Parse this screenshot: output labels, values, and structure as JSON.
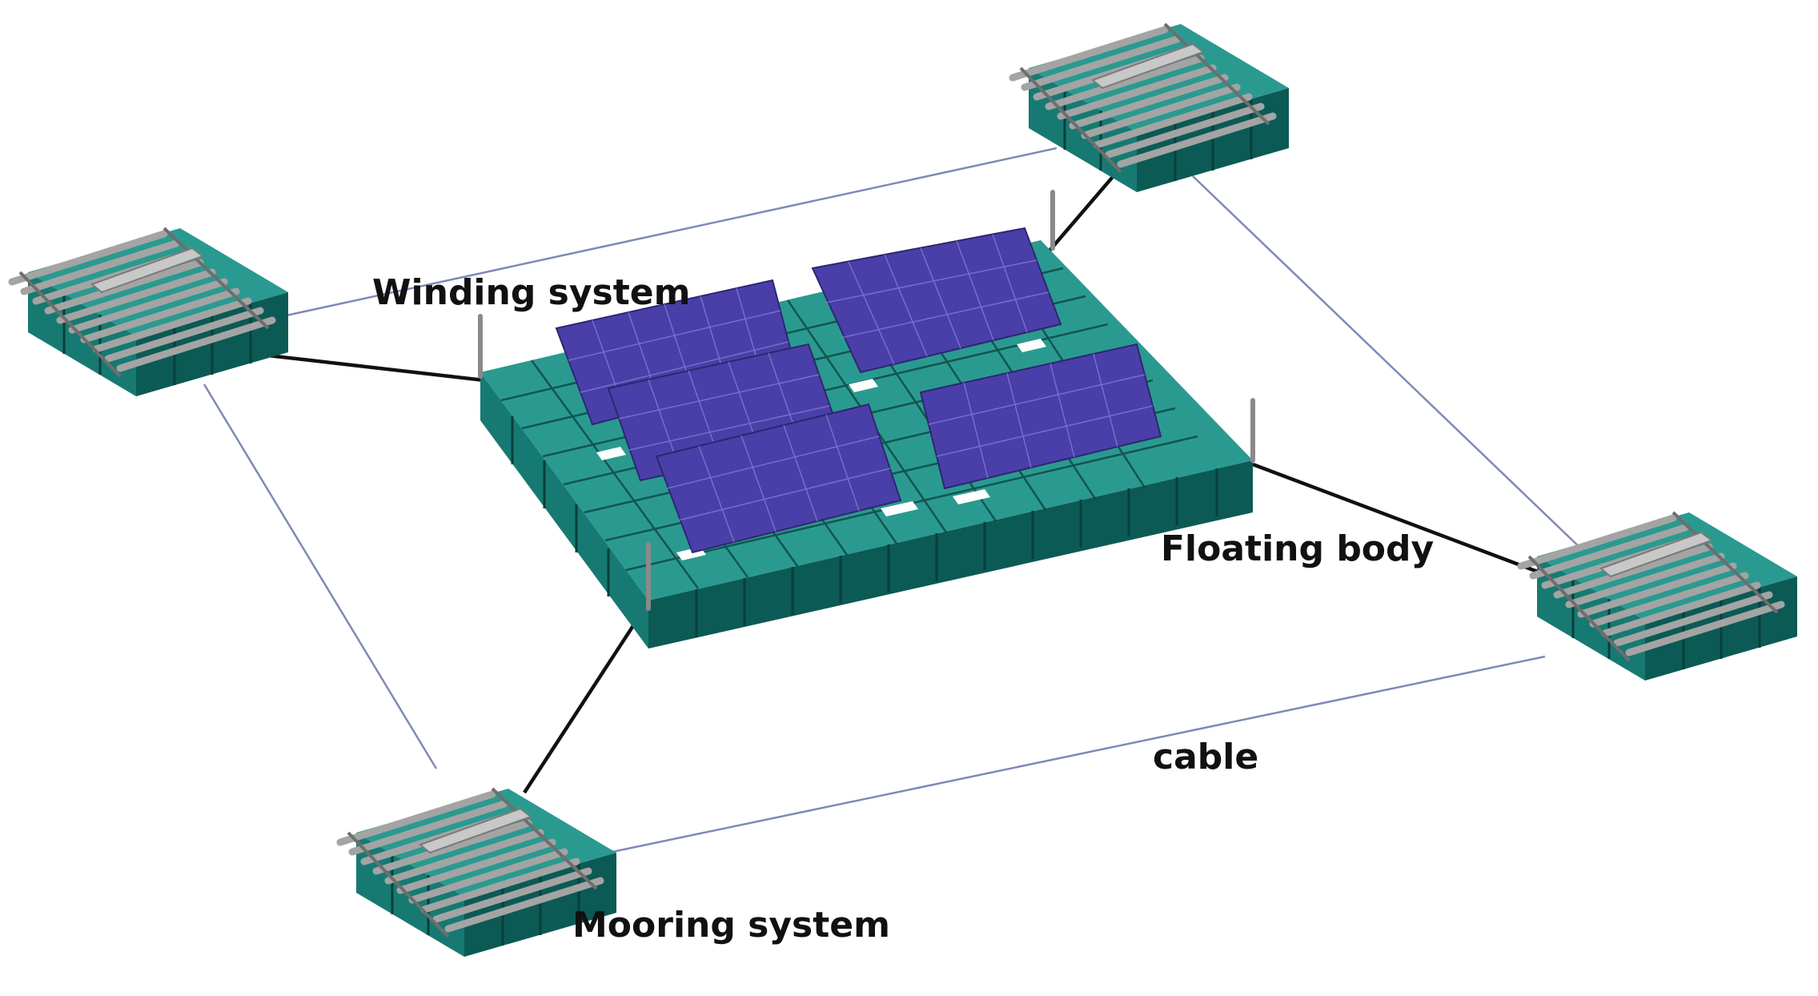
{
  "labels": {
    "winding_system": "Winding system",
    "floating_body": "Floating body",
    "cable": "cable",
    "mooring_system": "Mooring system"
  },
  "colors": {
    "pontoon": "#167a72",
    "pontoon_dark": "#0c5a55",
    "pontoon_light": "#2a9a90",
    "grid_line": "#0a3e3b",
    "solar_panel": "#4a3fa8",
    "solar_grid": "#8a82d8",
    "rail": "#a4a4a4",
    "rail_dark": "#6e6e6e",
    "cable": "#7e8ab6",
    "mooring_line": "#111111"
  },
  "icons": {
    "mooring_block": "mooring-block-icon",
    "solar_panel": "solar-panel-icon",
    "winding_post": "winding-post-icon"
  }
}
